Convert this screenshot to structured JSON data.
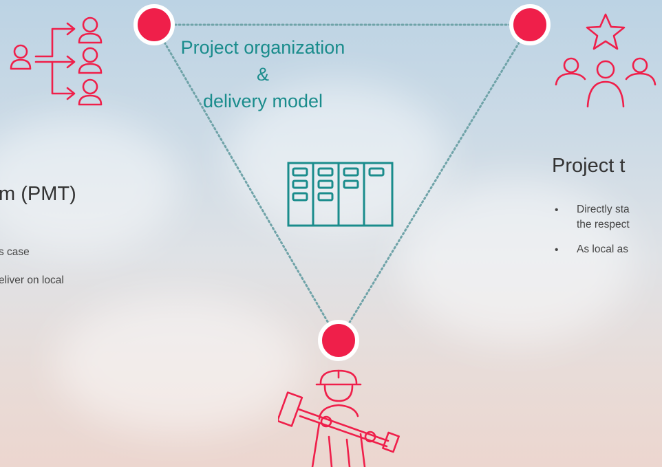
{
  "center": {
    "title_line1": "Project organization &",
    "title_line2": "delivery model"
  },
  "left": {
    "heading": "m (PMT)",
    "bullets": [
      "s case",
      "eliver on local"
    ]
  },
  "right": {
    "heading": "Project t",
    "bullets": [
      {
        "line1": "Directly sta",
        "line2": "the respect"
      },
      {
        "line1": "As local as",
        "line2": ""
      }
    ]
  },
  "icons": {
    "top_left": "org-delegation-icon",
    "top_right": "team-star-icon",
    "center": "kanban-board-icon",
    "bottom": "construction-worker-icon"
  },
  "colors": {
    "accent_red": "#ef1f4a",
    "teal": "#1a8c8c",
    "dotted_line": "#6fa3a8"
  }
}
